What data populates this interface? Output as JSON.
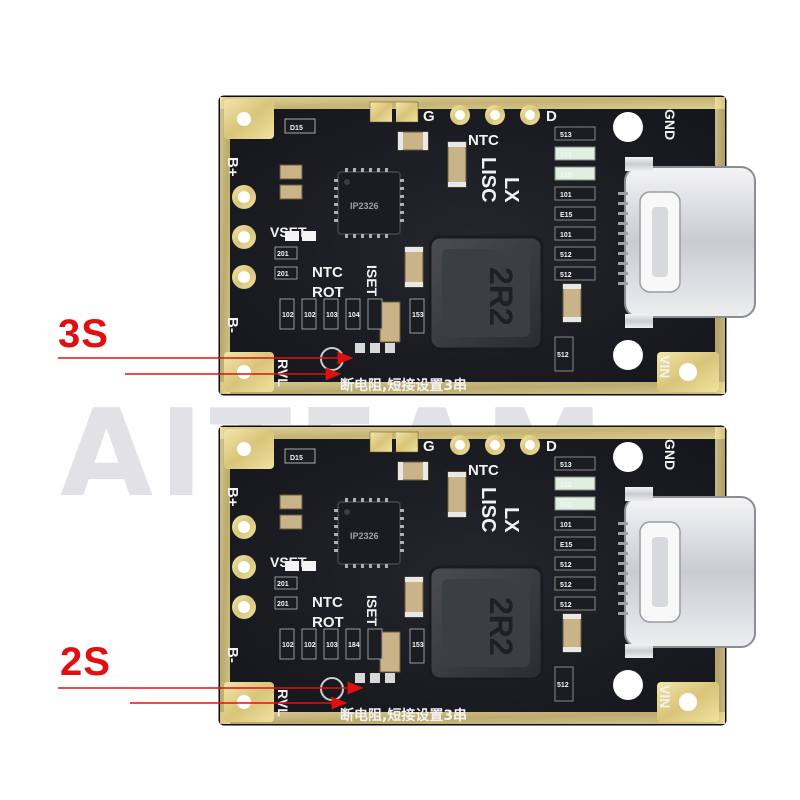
{
  "watermark": "AITEAM",
  "boards": [
    {
      "id": "top",
      "annotation": "3S",
      "labels": {
        "g": "G",
        "d": "D",
        "ntc": "NTC",
        "gnd": "GND",
        "lx": "LX",
        "lisc": "LISC",
        "bplus": "B+",
        "bminus": "B-",
        "vset": "VSET",
        "ntc2": "NTC",
        "rot": "ROT",
        "iset": "ISET",
        "vin": "VIN",
        "rvl": "RVL",
        "chinese": "断电阻,短接设置3串",
        "ic": "IP2326",
        "inductor": "2R2",
        "d15": "D15",
        "r201a": "201",
        "r201b": "201",
        "r513": "513",
        "r101": "101",
        "e15": "E15",
        "r102a": "102",
        "r102b": "102",
        "r103": "103",
        "r512": "512",
        "r153": "153",
        "r104": "104",
        "r201c": "201",
        "r215": "215",
        "r101b": "101",
        "r512b": "512",
        "r512c": "512"
      }
    },
    {
      "id": "bottom",
      "annotation": "2S",
      "labels": {
        "g": "G",
        "d": "D",
        "ntc": "NTC",
        "gnd": "GND",
        "lx": "LX",
        "lisc": "LISC",
        "bplus": "B+",
        "bminus": "B-",
        "vset": "VSET",
        "ntc2": "NTC",
        "rot": "ROT",
        "iset": "ISET",
        "vin": "VIN",
        "rvl": "RVL",
        "chinese": "断电阻,短接设置3串",
        "ic": "IP2326",
        "inductor": "2R2",
        "d15": "D15",
        "r201a": "201",
        "r201b": "201",
        "r513": "513",
        "r101": "101",
        "e15": "E15",
        "r102a": "102",
        "r102b": "102",
        "r103": "103",
        "r512": "512",
        "r153": "153",
        "r104": "184",
        "r201c": "102",
        "r215": "512",
        "r101b": "512",
        "r512b": "512",
        "r512c": "512"
      }
    }
  ]
}
